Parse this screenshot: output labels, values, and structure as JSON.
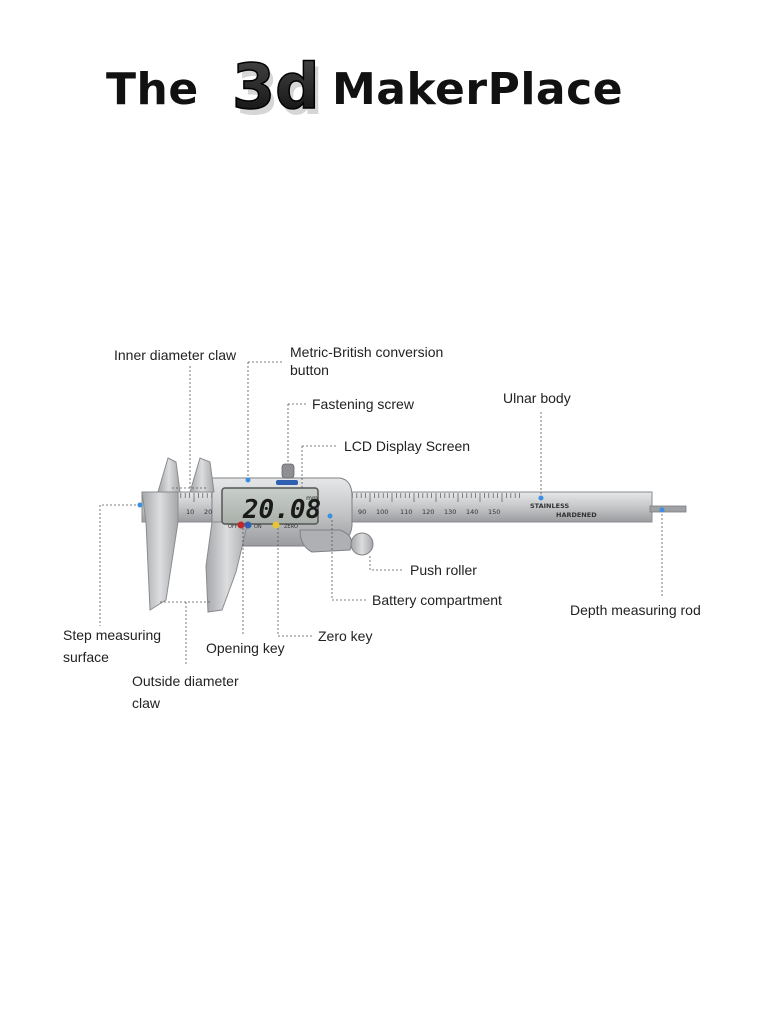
{
  "logo": {
    "word_left": "The",
    "badge_text": "3d",
    "word_right": "MakerPlace"
  },
  "caliper": {
    "display_reading": "20.08",
    "display_unit": "mm",
    "scale_numbers": [
      "90",
      "100",
      "110",
      "120",
      "130",
      "140",
      "150"
    ],
    "left_scale_numbers": [
      "10",
      "20"
    ],
    "body_text_1": "STAINLESS",
    "body_text_2": "HARDENED",
    "jaw_buttons": [
      "OFF",
      "ON",
      "ZERO"
    ]
  },
  "labels": {
    "inner_claw": "Inner diameter claw",
    "metric_british": "Metric-British conversion button",
    "fastening_screw": "Fastening screw",
    "lcd": "LCD Display Screen",
    "ulnar_body": "Ulnar body",
    "push_roller": "Push roller",
    "battery": "Battery compartment",
    "depth_rod": "Depth measuring rod",
    "step_surface": "Step measuring surface",
    "opening_key": "Opening key",
    "zero_key": "Zero key",
    "outside_claw": "Outside diameter claw"
  },
  "colors": {
    "steel": "#c9cbcd",
    "steel_dark": "#8f9194",
    "lcd_bg": "#b7bdb8",
    "leader": "#555555",
    "dot": "#3a8fe0"
  }
}
